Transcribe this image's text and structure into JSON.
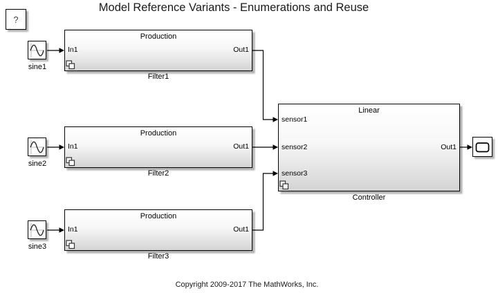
{
  "title": "Model Reference Variants - Enumerations and Reuse",
  "copyright": "Copyright 2009-2017 The MathWorks, Inc.",
  "help_label": "?",
  "sine_sources": [
    {
      "label": "sine1"
    },
    {
      "label": "sine2"
    },
    {
      "label": "sine3"
    }
  ],
  "filters": [
    {
      "variant": "Production",
      "label": "Filter1",
      "in_port": "In1",
      "out_port": "Out1"
    },
    {
      "variant": "Production",
      "label": "Filter2",
      "in_port": "In1",
      "out_port": "Out1"
    },
    {
      "variant": "Production",
      "label": "Filter3",
      "in_port": "In1",
      "out_port": "Out1"
    }
  ],
  "controller": {
    "variant": "Linear",
    "label": "Controller",
    "in_ports": [
      "sensor1",
      "sensor2",
      "sensor3"
    ],
    "out_port": "Out1"
  },
  "icons": {
    "sources": "sine-wave-icon",
    "filter_badge": "model-reference-icon",
    "controller_badge": "model-reference-icon",
    "sink": "scope-display-icon"
  },
  "colors": {
    "background": "#ffffff",
    "block_border": "#000000",
    "block_fill_top": "#ffffff",
    "block_fill_bottom": "#d4d4d4",
    "block_shadow": "#b0b0b0",
    "wire": "#000000",
    "text": "#000000"
  }
}
